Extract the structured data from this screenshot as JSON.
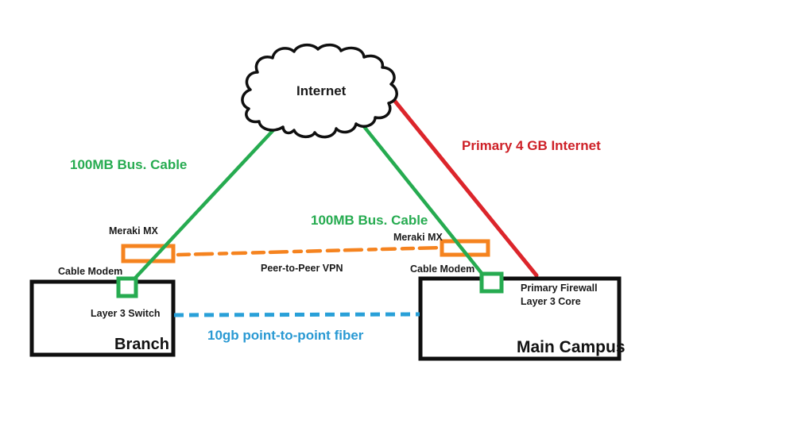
{
  "diagram": {
    "title": "Network topology: Branch and Main Campus connected to Internet",
    "cloud": {
      "label": "Internet"
    },
    "nodes": {
      "branch": {
        "name": "Branch",
        "device": "Layer 3 Switch"
      },
      "main_campus": {
        "name": "Main Campus",
        "device_line1": "Primary Firewall",
        "device_line2": "Layer 3 Core"
      },
      "meraki_left": {
        "label": "Meraki MX"
      },
      "meraki_right": {
        "label": "Meraki MX"
      },
      "cable_modem_left": {
        "label": "Cable Modem"
      },
      "cable_modem_right": {
        "label": "Cable Modem"
      }
    },
    "links": {
      "branch_internet": {
        "label": "100MB Bus. Cable",
        "style": "solid",
        "color": "#26AB50"
      },
      "campus_internet_backup": {
        "label": "100MB Bus. Cable",
        "style": "solid",
        "color": "#26AB50"
      },
      "primary_internet": {
        "label": "Primary 4 GB Internet",
        "style": "solid",
        "color": "#DC252B"
      },
      "peer_vpn": {
        "label": "Peer-to-Peer VPN",
        "style": "dashed",
        "color": "#F5831F"
      },
      "fiber": {
        "label": "10gb point-to-point fiber",
        "style": "dashed",
        "color": "#29A0D8"
      }
    },
    "colors": {
      "link_green": "#26AB50",
      "link_red": "#DC252B",
      "text_red": "#CE2027",
      "link_orange": "#F5831F",
      "link_blue": "#29A0D8",
      "text_blue": "#2999D3",
      "outline_black": "#0F0F0F",
      "background": "#FFFFFF"
    }
  }
}
